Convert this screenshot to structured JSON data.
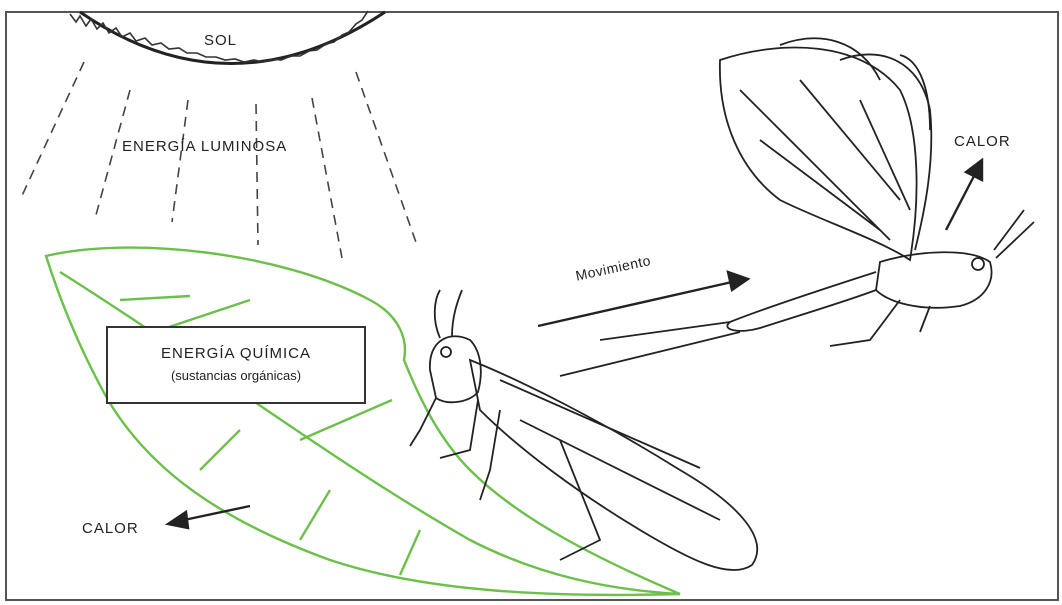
{
  "labels": {
    "sun": "SOL",
    "light_energy": "ENERGÍA LUMINOSA",
    "chemical_energy": "ENERGÍA QUÍMICA",
    "chemical_energy_detail": "(sustancias orgánicas)",
    "movement": "Movimiento",
    "heat_insect": "CALOR",
    "heat_leaf": "CALOR"
  },
  "colors": {
    "ink": "#222222",
    "leaf": "#6cc04a",
    "frame": "#555555"
  }
}
